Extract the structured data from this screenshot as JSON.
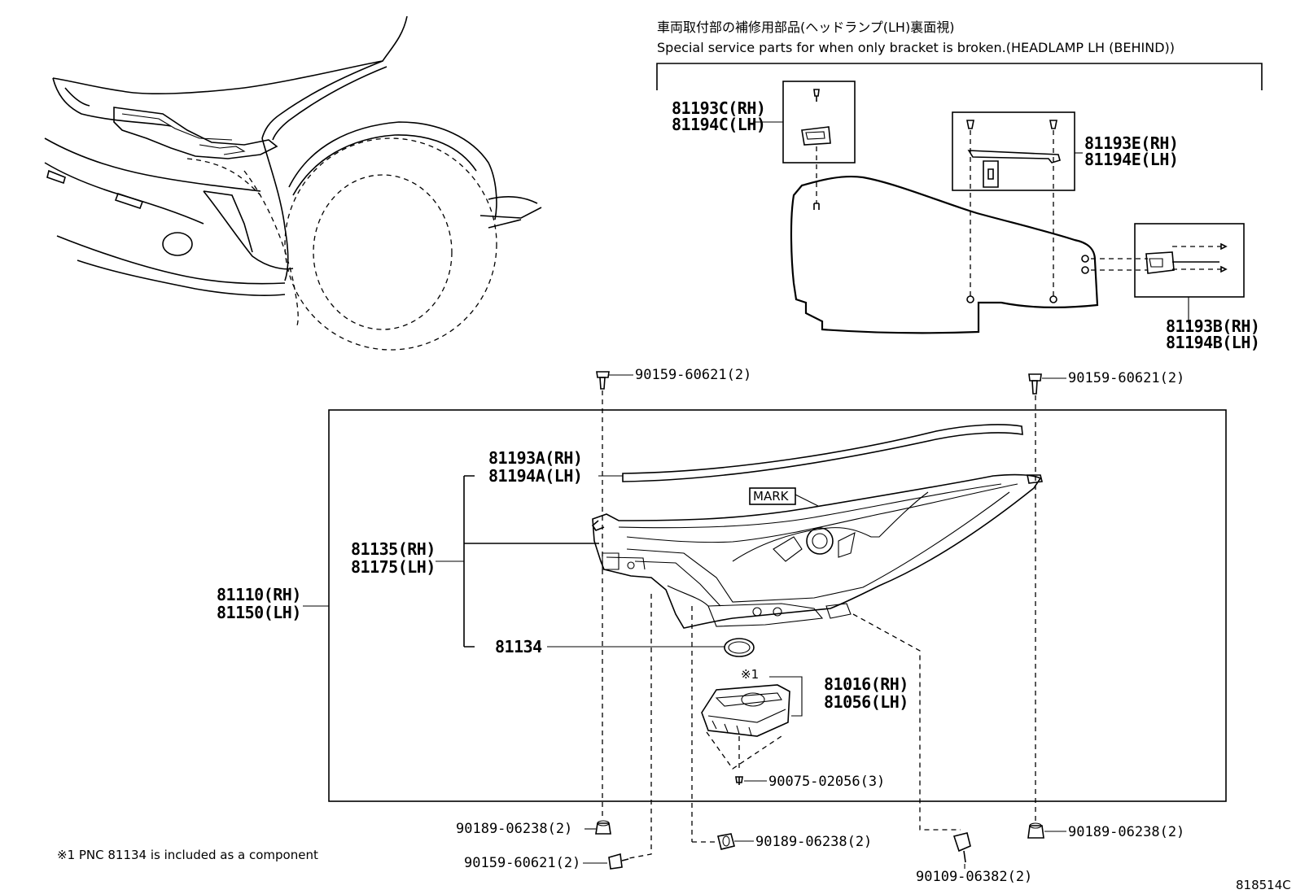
{
  "header": {
    "japanese_title": "車両取付部の補修用部品(ヘッドランプ(LH)裏面視)",
    "english_title": "Special service parts for when only bracket is broken.(HEADLAMP LH (BEHIND))"
  },
  "bracket_parts": {
    "c_rh": "81193C(RH)",
    "c_lh": "81194C(LH)",
    "e_rh": "81193E(RH)",
    "e_lh": "81194E(LH)",
    "b_rh": "81193B(RH)",
    "b_lh": "81194B(LH)"
  },
  "main_parts": {
    "assembly_rh": "81110(RH)",
    "assembly_lh": "81150(LH)",
    "lens_rh": "81135(RH)",
    "lens_lh": "81175(LH)",
    "bracket_a_rh": "81193A(RH)",
    "bracket_a_lh": "81194A(LH)",
    "gasket": "81134",
    "computer_rh": "81016(RH)",
    "computer_lh": "81056(LH)",
    "computer_note_mark": "※1",
    "mark_label": "MARK"
  },
  "fasteners": {
    "screw_top_left": "90159-60621(2)",
    "screw_top_right": "90159-60621(2)",
    "screw_computer": "90075-02056(3)",
    "nut_bottom_left": "90189-06238(2)",
    "screw_bottom_left": "90159-60621(2)",
    "nut_bottom_center": "90189-06238(2)",
    "bolt_bottom_center": "90109-06382(2)",
    "nut_bottom_right": "90189-06238(2)"
  },
  "footnote": "※1 PNC 81134 is included as a component",
  "diagram_id": "818514C"
}
